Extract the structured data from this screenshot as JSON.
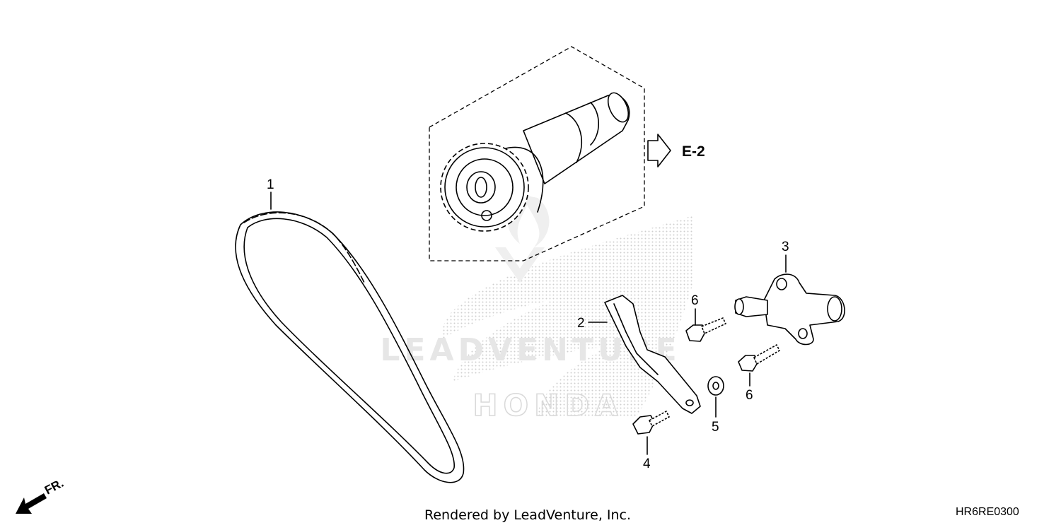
{
  "diagram": {
    "parts": [
      {
        "number": "1",
        "name": "cam-chain"
      },
      {
        "number": "2",
        "name": "tensioner-arm"
      },
      {
        "number": "3",
        "name": "tensioner-lifter"
      },
      {
        "number": "4",
        "name": "flange-bolt"
      },
      {
        "number": "5",
        "name": "washer"
      },
      {
        "number": "6",
        "name": "flange-bolt"
      }
    ],
    "callouts": {
      "part1": "1",
      "part2": "2",
      "part3": "3",
      "part4": "4",
      "part5": "5",
      "part6a": "6",
      "part6b": "6"
    },
    "reference_label": "E-2",
    "direction_label": "FR.",
    "watermark": {
      "brand": "LEADVENTURE",
      "maker": "HONDA"
    }
  },
  "footer": {
    "credit": "Rendered by LeadVenture, Inc.",
    "code": "HR6RE0300"
  },
  "colors": {
    "ink": "#000000",
    "watermark": "#d9d9d9",
    "background": "#ffffff"
  }
}
